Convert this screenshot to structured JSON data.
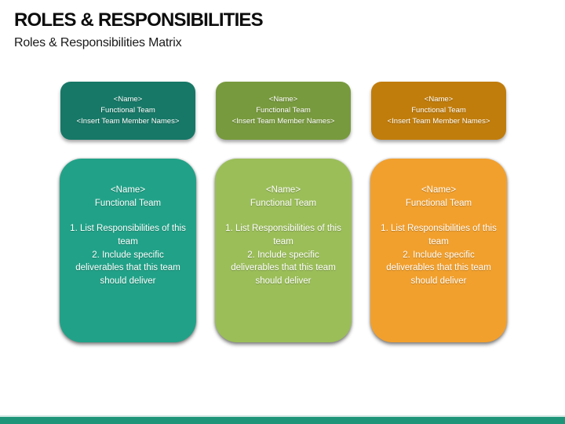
{
  "slide": {
    "title": "ROLES & RESPONSIBILITIES",
    "subtitle": "Roles & Responsibilities Matrix",
    "footer_bar_color": "#1E9478",
    "footer_divider_color": "#CFE7E2"
  },
  "columns": [
    {
      "name": "teal-team",
      "header": {
        "bg": "#177867",
        "lines": [
          "<Name>",
          "Functional Team",
          "<Insert Team Member Names>"
        ]
      },
      "body": {
        "bg": "#21A288",
        "name": "<Name>",
        "team": "Functional Team",
        "responsibilities": [
          "1. List Responsibilities of this team",
          "2. Include specific deliverables that this team should deliver"
        ]
      }
    },
    {
      "name": "olive-team",
      "header": {
        "bg": "#789A3E",
        "lines": [
          "<Name>",
          "Functional Team",
          "<Insert Team Member Names>"
        ]
      },
      "body": {
        "bg": "#9BBE59",
        "name": "<Name>",
        "team": "Functional Team",
        "responsibilities": [
          "1. List Responsibilities of this team",
          "2. Include specific deliverables that this team should deliver"
        ]
      }
    },
    {
      "name": "orange-team",
      "header": {
        "bg": "#C17D0C",
        "lines": [
          "<Name>",
          "Functional Team",
          "<Insert Team Member Names>"
        ]
      },
      "body": {
        "bg": "#F2A02D",
        "name": "<Name>",
        "team": "Functional Team",
        "responsibilities": [
          "1. List Responsibilities of this team",
          "2. Include specific deliverables that this team should deliver"
        ]
      }
    }
  ]
}
